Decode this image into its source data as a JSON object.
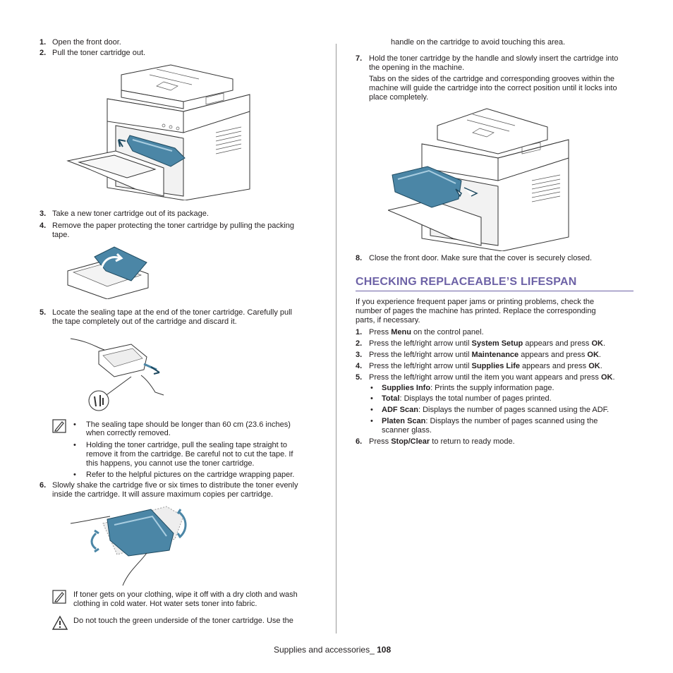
{
  "left": {
    "steps_a": [
      {
        "n": "1.",
        "text": "Open the front door."
      },
      {
        "n": "2.",
        "text": "Pull the toner cartridge out."
      }
    ],
    "steps_b": [
      {
        "n": "3.",
        "text": "Take a new toner cartridge out of its package."
      },
      {
        "n": "4.",
        "line1": "Remove the paper protecting the toner cartridge by pulling the packing",
        "line2": "tape."
      }
    ],
    "step5": {
      "n": "5.",
      "line1": "Locate the sealing tape at the end of the toner cartridge. Carefully pull",
      "line2": "the tape completely out of the cartridge and discard it."
    },
    "note1": {
      "bullets": [
        {
          "l1": "The sealing tape should be longer than 60 cm (23.6 inches)",
          "l2": "when correctly removed."
        },
        {
          "l1": "Holding the toner cartridge, pull the sealing tape straight to",
          "l2": "remove it from the cartridge. Be careful not to cut the tape. If",
          "l3": "this happens, you cannot use the toner cartridge."
        },
        {
          "l1": "Refer to the helpful pictures on the cartridge wrapping paper."
        }
      ]
    },
    "step6": {
      "n": "6.",
      "line1": "Slowly shake the cartridge five or six times to distribute the toner evenly",
      "line2": "inside the cartridge. It will assure maximum copies per cartridge."
    },
    "note2": {
      "l1": "If toner gets on your clothing, wipe it off with a dry cloth and wash",
      "l2": "clothing in cold water. Hot water sets toner into fabric."
    },
    "caution": {
      "l1": "Do not touch the green underside of the toner cartridge. Use the"
    }
  },
  "right": {
    "caution_cont": "handle on the cartridge to avoid touching this area.",
    "step7": {
      "n": "7.",
      "line1": "Hold the toner cartridge by the handle and slowly insert the cartridge into",
      "line2": "the opening in the machine.",
      "p1": "Tabs on the sides of the cartridge and corresponding grooves within the",
      "p2": "machine will guide the cartridge into the correct position until it locks into",
      "p3": "place completely."
    },
    "step8": {
      "n": "8.",
      "text": "Close the front door. Make sure that the cover is securely closed."
    },
    "heading": "CHECKING REPLACEABLE’S LIFESPAN",
    "intro": {
      "l1": "If you experience frequent paper jams or printing problems, check the",
      "l2": "number of pages the machine has printed. Replace the corresponding",
      "l3": "parts, if necessary."
    },
    "steps": [
      {
        "n": "1.",
        "pre": "Press ",
        "bold": "Menu",
        "post": " on the control panel.",
        "bold2": "",
        "post2": ""
      },
      {
        "n": "2.",
        "pre": "Press the left/right arrow until ",
        "bold": "System Setup",
        "post": " appears and press ",
        "bold2": "OK",
        "post2": "."
      },
      {
        "n": "3.",
        "pre": "Press the left/right arrow until ",
        "bold": "Maintenance",
        "post": " appears and press ",
        "bold2": "OK",
        "post2": "."
      },
      {
        "n": "4.",
        "pre": "Press the left/right arrow until ",
        "bold": "Supplies Life",
        "post": " appears and press ",
        "bold2": "OK",
        "post2": "."
      },
      {
        "n": "5.",
        "pre": "Press the left/right arrow until the item you want appears and press ",
        "bold": "OK",
        "post": ".",
        "bold2": "",
        "post2": ""
      }
    ],
    "subitems": [
      {
        "bold": "Supplies Info",
        "text": ": Prints the supply information page."
      },
      {
        "bold": "Total",
        "text": ": Displays the total number of pages printed."
      },
      {
        "bold": "ADF Scan",
        "text": ": Displays the number of pages scanned using the ADF."
      },
      {
        "bold": "Platen Scan",
        "text": ": Displays the number of pages scanned using the",
        "text2": "scanner glass."
      }
    ],
    "step6": {
      "n": "6.",
      "pre": "Press ",
      "bold": "Stop/Clear",
      "post": " to return to ready mode."
    }
  },
  "footer": {
    "label": "Supplies and accessories_ ",
    "page": "108"
  },
  "colors": {
    "heading": "#6d62a6",
    "toner": "#4b86a6",
    "text": "#231f20"
  }
}
